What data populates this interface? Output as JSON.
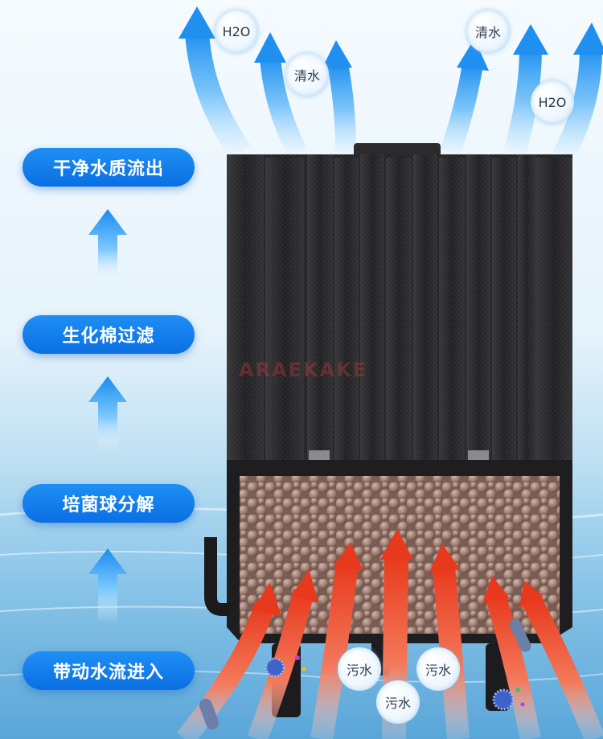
{
  "brand_watermark": "ARAEKAKE",
  "stages": [
    {
      "label": "干净水质流出"
    },
    {
      "label": "生化棉过滤"
    },
    {
      "label": "培菌球分解"
    },
    {
      "label": "带动水流进入"
    }
  ],
  "bubbles_top": [
    {
      "text": "H2O"
    },
    {
      "text": "清水"
    },
    {
      "text": "清水"
    },
    {
      "text": "H2O"
    }
  ],
  "bubbles_bottom": [
    {
      "text": "污水"
    },
    {
      "text": "污水"
    },
    {
      "text": "污水"
    }
  ],
  "colors": {
    "pill_blue": "#0a6fe3",
    "clean_arrow": "#2b8ff0",
    "dirty_arrow": "#ee4a2a",
    "sponge": "#2a2a2c",
    "media": "#9c7a6e"
  },
  "icons": [
    "bacteria-icon",
    "up-arrow-icon",
    "clean-water-arrow-icon",
    "dirty-water-arrow-icon"
  ]
}
